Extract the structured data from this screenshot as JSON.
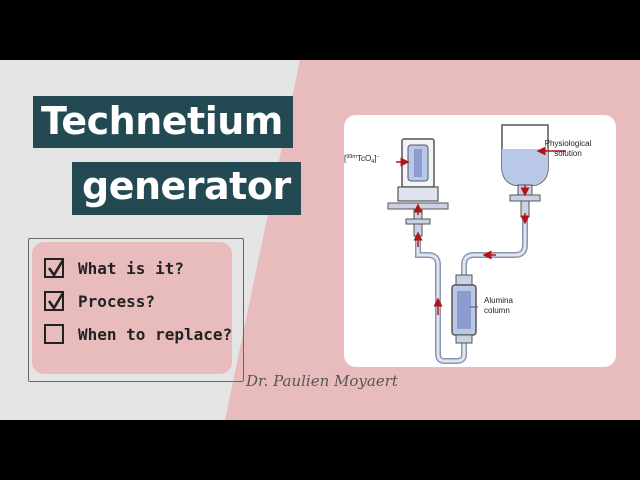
{
  "title": {
    "line1": "Technetium",
    "line2": "generator"
  },
  "checklist": [
    {
      "label": "What is it?",
      "checked": true
    },
    {
      "label": "Process?",
      "checked": true
    },
    {
      "label": "When to replace?",
      "checked": false
    }
  ],
  "diagram": {
    "label_tc_pre": "[",
    "label_tc_sup": "99m",
    "label_tc_main": "TcO",
    "label_tc_sub": "4",
    "label_tc_post": "]",
    "label_tc_charge": "−",
    "label_physio_1": "Physiological",
    "label_physio_2": "solution",
    "label_alumina_1": "Alumina",
    "label_alumina_2": "column"
  },
  "author": "Dr. Paulien Moyaert",
  "colors": {
    "title_bg": "#234a53",
    "pink": "#e8bcbc",
    "background": "#e4e4e4",
    "arrow_red": "#b3141a",
    "vessel_blue": "#b9c8e6"
  }
}
